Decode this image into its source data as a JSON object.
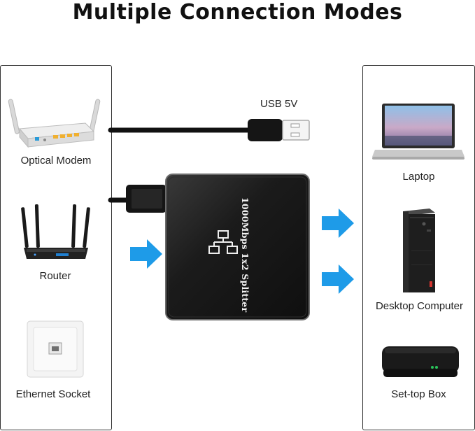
{
  "title": "Multiple Connection Modes",
  "cable_label": "USB 5V",
  "splitter": {
    "label": "1000Mbps 1x2 Splitter"
  },
  "inputs": [
    {
      "label": "Optical Modem",
      "icon": "optical-modem-icon"
    },
    {
      "label": "Router",
      "icon": "router-icon"
    },
    {
      "label": "Ethernet Socket",
      "icon": "ethernet-socket-icon"
    }
  ],
  "outputs": [
    {
      "label": "Laptop",
      "icon": "laptop-icon"
    },
    {
      "label": "Desktop Computer",
      "icon": "desktop-computer-icon"
    },
    {
      "label": "Set-top Box",
      "icon": "set-top-box-icon"
    }
  ],
  "colors": {
    "arrow": "#1e9be8",
    "splitter_body": "#1c1c1c",
    "panel_border": "#333333"
  }
}
